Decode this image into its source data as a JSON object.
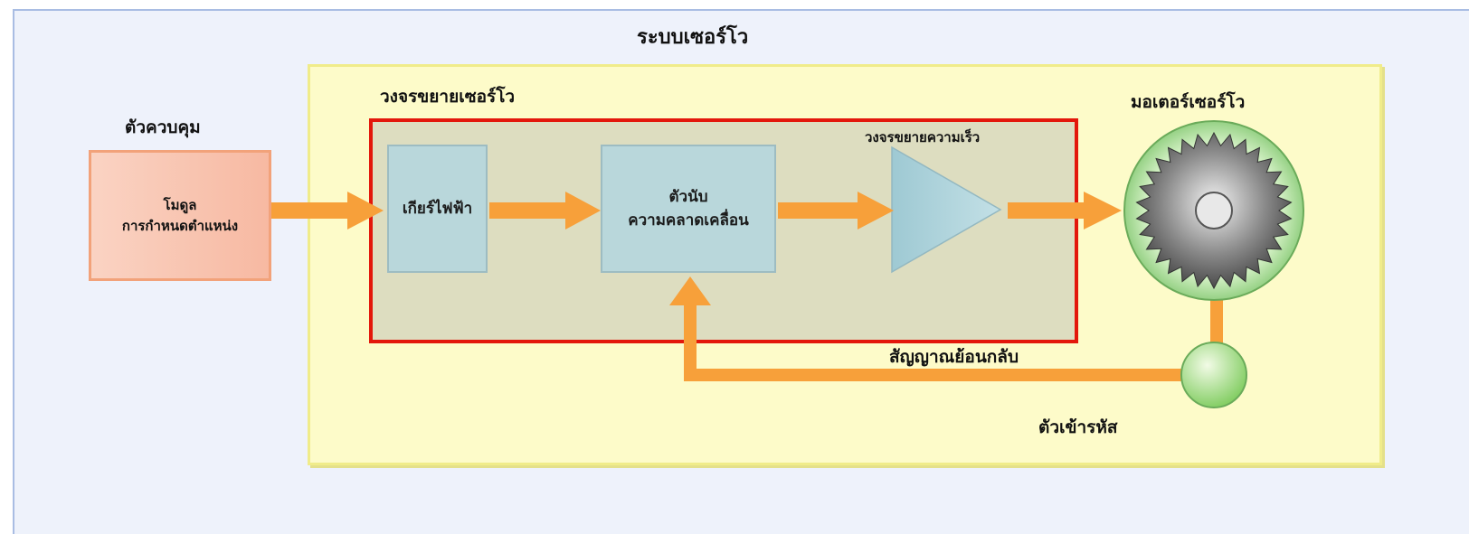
{
  "title": "ระบบเซอร์โว",
  "controller": {
    "label": "ตัวควบคุม",
    "module_line1": "โมดูล",
    "module_line2": "การกำหนดตำแหน่ง"
  },
  "amplifier": {
    "label": "วงจรขยายเซอร์โว",
    "electronic_gear": "เกียร์ไฟฟ้า",
    "deviation_counter_line1": "ตัวนับ",
    "deviation_counter_line2": "ความคลาดเคลื่อน",
    "speed_amplifier": "วงจรขยายความเร็ว",
    "feedback": "สัญญาณย้อนกลับ"
  },
  "motor": {
    "label": "มอเตอร์เซอร์โว"
  },
  "encoder": {
    "label": "ตัวเข้ารหัส"
  },
  "colors": {
    "arrow": "#f7a03a",
    "outer_bg": "#eef2fb",
    "amp_bg": "#fdfbc9",
    "red_border": "#e3170b",
    "block": "#b9d7db",
    "motor_ring": "#8fd07a",
    "encoder": "#a6e08a"
  }
}
